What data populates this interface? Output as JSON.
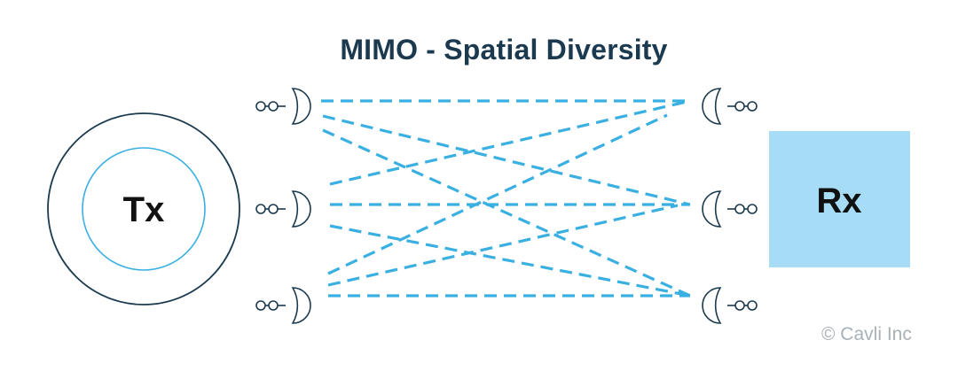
{
  "diagram": {
    "title": "MIMO - Spatial Diversity",
    "transmitter_label": "Tx",
    "receiver_label": "Rx",
    "copyright": "© Cavli Inc"
  },
  "colors": {
    "title": "#1b3a4f",
    "outline": "#1b3a4f",
    "inner_ring": "#3ab0e2",
    "signal_path": "#3ab0e2",
    "receiver_fill": "#a6dcf6",
    "copyright": "#a9b1b8"
  },
  "links": {
    "transmit_antennas": 3,
    "receive_antennas": 3,
    "connection": "every transmit antenna to every receive antenna"
  }
}
